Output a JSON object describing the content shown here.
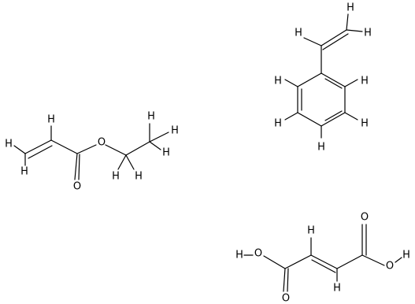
{
  "molecules": [
    {
      "id": "styrene",
      "atom_labels": [
        "H",
        "H",
        "H",
        "H",
        "H",
        "H",
        "H",
        "H"
      ]
    },
    {
      "id": "ethyl-acrylate",
      "atom_labels": [
        "H",
        "H",
        "H",
        "O",
        "O",
        "H",
        "H",
        "H",
        "H",
        "H"
      ]
    },
    {
      "id": "fumaric-acid",
      "atom_labels": [
        "H",
        "O",
        "O",
        "H",
        "H",
        "O",
        "O",
        "H"
      ]
    }
  ]
}
